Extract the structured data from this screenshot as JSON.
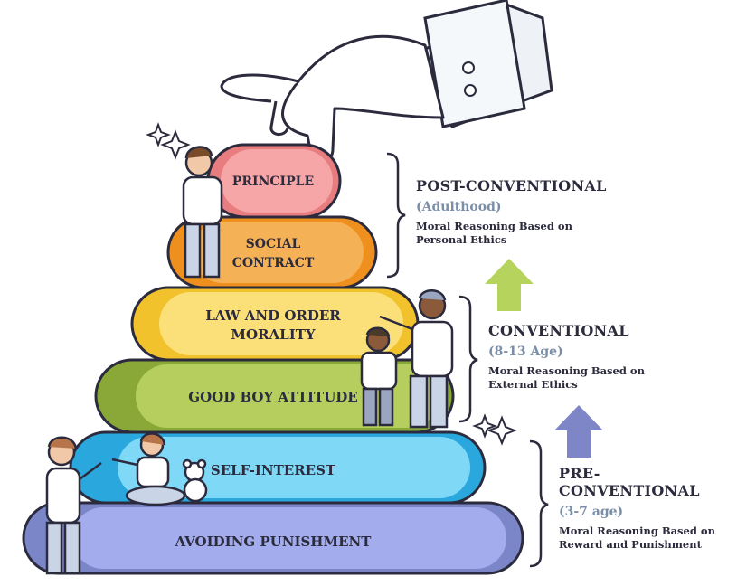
{
  "levels": {
    "principle": "PRINCIPLE",
    "social_contract_line1": "SOCIAL",
    "social_contract_line2": "CONTRACT",
    "law_order_line1": "LAW AND ORDER",
    "law_order_line2": "MORALITY",
    "good_boy": "GOOD BOY ATTITUDE",
    "self_interest": "SELF-INTEREST",
    "avoiding_punishment": "AVOIDING PUNISHMENT"
  },
  "stages": {
    "post": {
      "title": "POST-CONVENTIONAL",
      "age": "(Adulthood)",
      "desc_line1": "Moral Reasoning Based on",
      "desc_line2": "Personal Ethics"
    },
    "conv": {
      "title": "CONVENTIONAL",
      "age": "(8-13 Age)",
      "desc_line1": "Moral Reasoning Based on",
      "desc_line2": "External Ethics"
    },
    "pre": {
      "title": "PRE-CONVENTIONAL",
      "age": "(3-7 age)",
      "desc_line1": "Moral Reasoning Based on",
      "desc_line2": "Reward and Punishment"
    }
  },
  "colors": {
    "principle": "#f29b9b",
    "social_contract": "#f0a23a",
    "law_order": "#f7d34a",
    "good_boy": "#a5bf4a",
    "self_interest": "#5ec9ee",
    "avoiding_punishment": "#8e99d9",
    "arrow_up_green": "#b6d35e",
    "arrow_up_blue": "#7e86c7",
    "outline": "#2b2b3d"
  }
}
